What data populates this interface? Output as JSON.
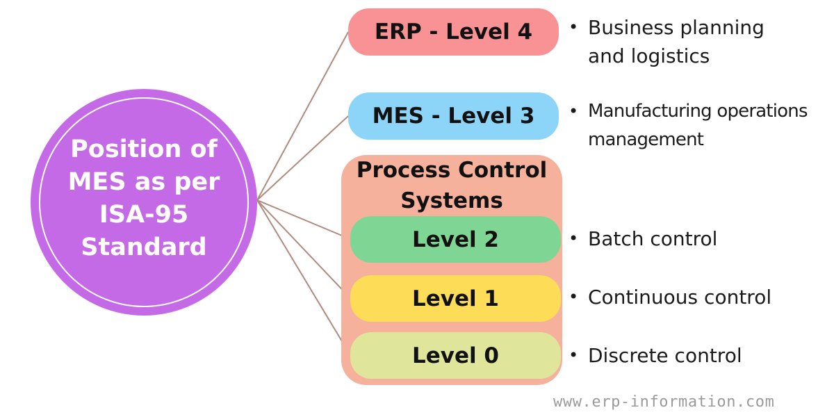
{
  "center": {
    "title": "Position of\nMES as per\nISA-95\nStandard"
  },
  "levels": {
    "erp": {
      "label": "ERP - Level 4",
      "description": "Business planning\nand logistics",
      "color": "#f99294"
    },
    "mes": {
      "label": "MES - Level 3",
      "description": "Manufacturing operations\nmanagement",
      "color": "#8cd5f8"
    },
    "process_control": {
      "title": "Process Control\nSystems",
      "color": "#f6b19c",
      "level2": {
        "label": "Level 2",
        "description": "Batch control",
        "color": "#7fd694"
      },
      "level1": {
        "label": "Level 1",
        "description": "Continuous control",
        "color": "#fddc58"
      },
      "level0": {
        "label": "Level 0",
        "description": "Discrete control",
        "color": "#dfe69b"
      }
    }
  },
  "bullet": "•",
  "watermark": "www.erp-information.com",
  "colors": {
    "center_circle": "#c56ae6",
    "connector": "#b08a7c"
  }
}
